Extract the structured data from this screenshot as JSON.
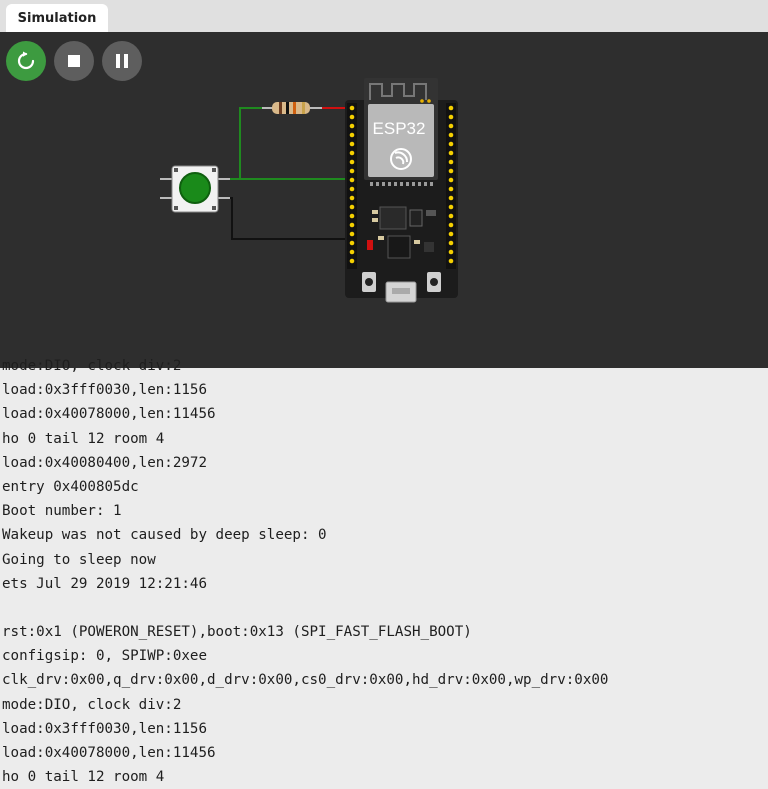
{
  "tabs": [
    {
      "label": "Simulation"
    }
  ],
  "board": {
    "label": "ESP32"
  },
  "colors": {
    "restart": "#3d9b40",
    "control": "#5e5e5e",
    "canvas": "#2e2e2e",
    "wire_green": "#1f8a1f",
    "wire_red": "#d01010",
    "button_cap": "#1a8a1a"
  },
  "icons": {
    "restart": "restart-icon",
    "stop": "stop-icon",
    "pause": "pause-icon"
  },
  "serial_lines": [
    "mode:DIO, clock div:2",
    "load:0x3fff0030,len:1156",
    "load:0x40078000,len:11456",
    "ho 0 tail 12 room 4",
    "load:0x40080400,len:2972",
    "entry 0x400805dc",
    "Boot number: 1",
    "Wakeup was not caused by deep sleep: 0",
    "Going to sleep now",
    "ets Jul 29 2019 12:21:46",
    "",
    "rst:0x1 (POWERON_RESET),boot:0x13 (SPI_FAST_FLASH_BOOT)",
    "configsip: 0, SPIWP:0xee",
    "clk_drv:0x00,q_drv:0x00,d_drv:0x00,cs0_drv:0x00,hd_drv:0x00,wp_drv:0x00",
    "mode:DIO, clock div:2",
    "load:0x3fff0030,len:1156",
    "load:0x40078000,len:11456",
    "ho 0 tail 12 room 4"
  ]
}
